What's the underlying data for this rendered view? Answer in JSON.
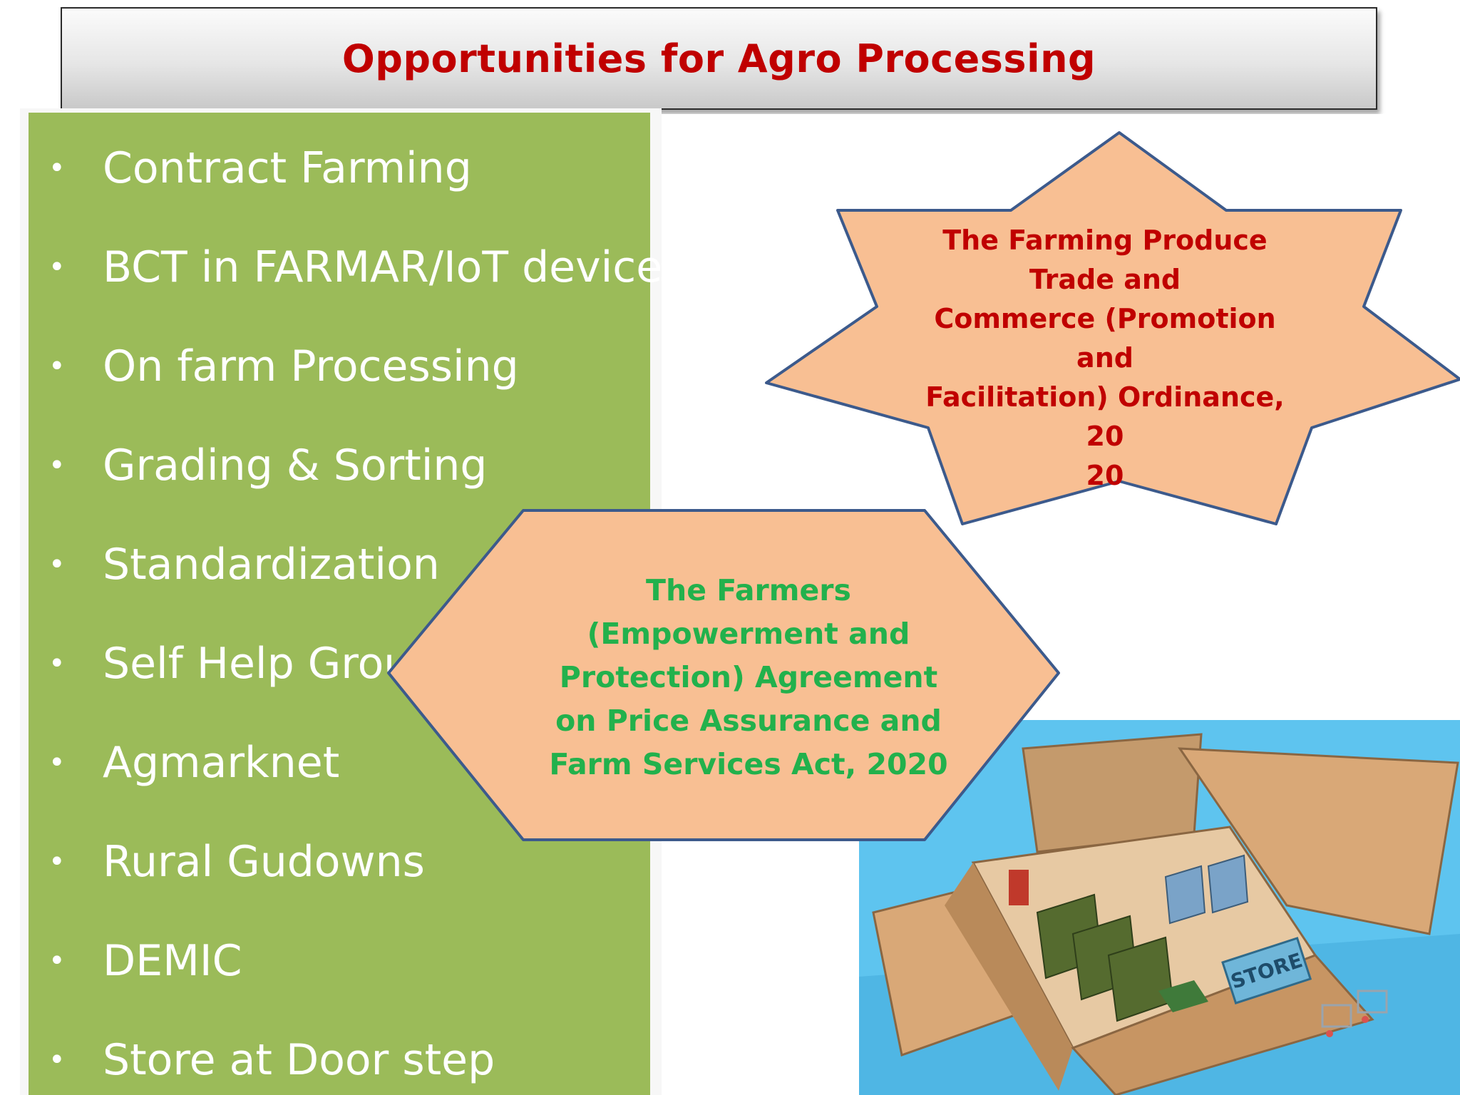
{
  "title": "Opportunities for Agro Processing",
  "bullets": [
    {
      "dot": "•",
      "text": "Contract Farming"
    },
    {
      "dot": "•",
      "text": "BCT in FARMAR/IoT devices"
    },
    {
      "dot": "•",
      "text": "On farm Processing"
    },
    {
      "dot": "•",
      "text": "Grading & Sorting"
    },
    {
      "dot": "•",
      "text": "Standardization"
    },
    {
      "dot": "•",
      "text": "Self Help Group"
    },
    {
      "dot": "•",
      "text": "Agmarknet"
    },
    {
      "dot": "•",
      "text": "Rural Gudowns"
    },
    {
      "dot": "•",
      "text": "DEMIC"
    },
    {
      "dot": "•",
      "text": "Store at Door step"
    }
  ],
  "star_callout": {
    "text": "The Farming Produce\nTrade and\nCommerce (Promotion\nand\nFacilitation) Ordinance, 20\n20"
  },
  "hexagon_callout": {
    "text": "The Farmers\n(Empowerment and\nProtection) Agreement\non Price Assurance and\nFarm Services Act, 2020"
  },
  "store_image": {
    "sign_text": "STORE"
  },
  "colors": {
    "title_red": "#c00000",
    "panel_green": "#9bbb59",
    "callout_fill": "#f8bf93",
    "callout_stroke": "#3c5a8c",
    "hex_text_green": "#22b14c",
    "sky_blue": "#5ec4ef"
  }
}
